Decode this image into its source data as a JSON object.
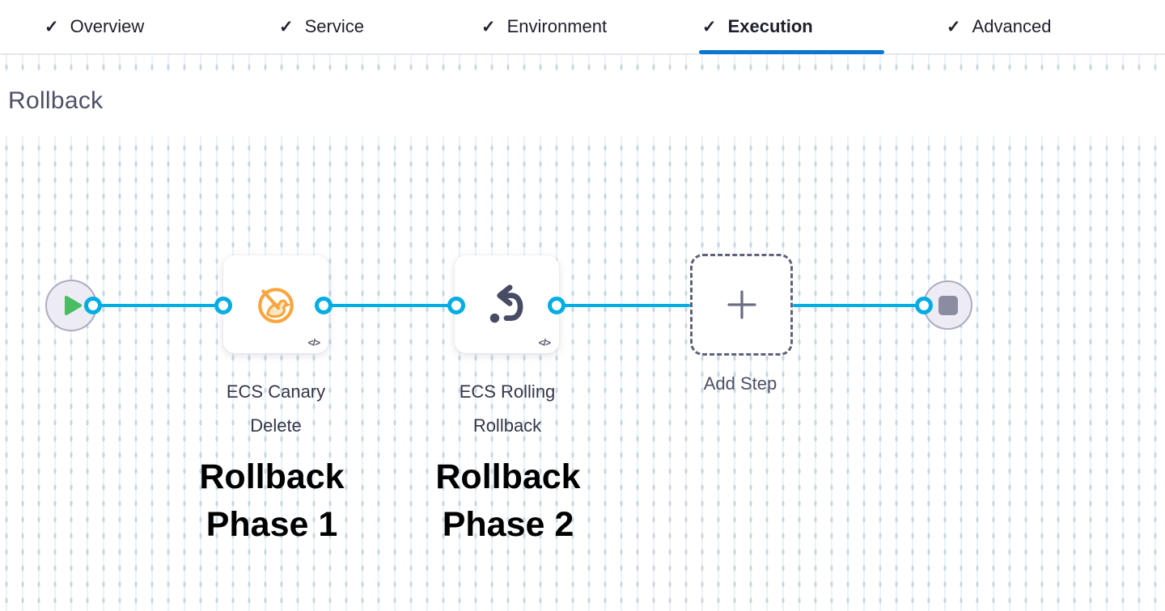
{
  "tabs": [
    {
      "label": "Overview",
      "completed": true,
      "active": false
    },
    {
      "label": "Service",
      "completed": true,
      "active": false
    },
    {
      "label": "Environment",
      "completed": true,
      "active": false
    },
    {
      "label": "Execution",
      "completed": true,
      "active": true
    },
    {
      "label": "Advanced",
      "completed": true,
      "active": false
    }
  ],
  "icons": {
    "check": "✓",
    "code": "</>"
  },
  "section": {
    "title": "Rollback"
  },
  "pipeline": {
    "start_node": "play",
    "end_node": "stop",
    "steps": [
      {
        "name": "ECS Canary Delete",
        "icon": "ecs-canary-delete-icon",
        "has_code_view": true
      },
      {
        "name": "ECS Rolling Rollback",
        "icon": "ecs-rolling-rollback-icon",
        "has_code_view": true
      }
    ],
    "add_step_label": "Add Step"
  },
  "annotations": [
    {
      "text": "Rollback Phase 1"
    },
    {
      "text": "Rollback Phase 2"
    }
  ],
  "colors": {
    "flow_blue": "#00ade4",
    "tab_underline_blue": "#0b78d0",
    "canary_orange": "#f9a43c",
    "icon_slate": "#474b63",
    "play_green": "#49be61",
    "grid_dash": "#c8d6e0",
    "grid_line": "#e8f3fa"
  }
}
